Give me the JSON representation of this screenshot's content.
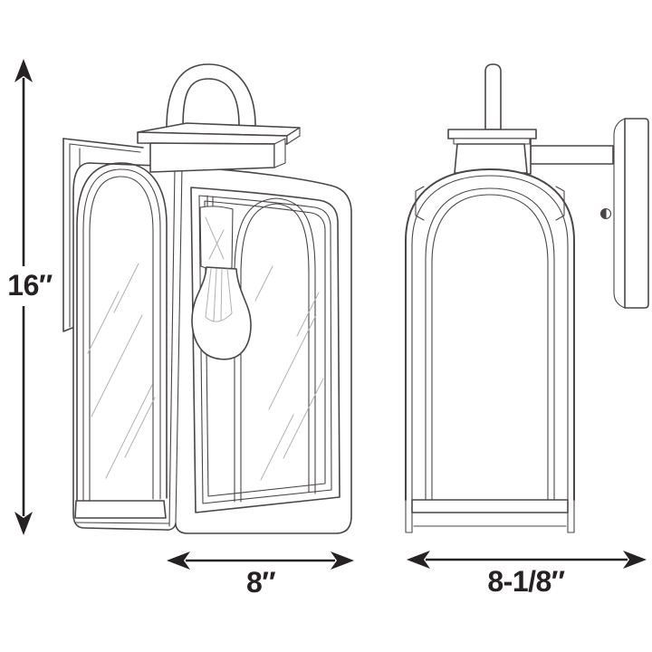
{
  "title": "Wall lantern dimension diagram",
  "colors": {
    "background": "#ffffff",
    "line": "#4a4547",
    "glass_line": "#b3b0b0",
    "annotation": "#262122"
  },
  "dimensions": {
    "height": {
      "label": "16″",
      "orientation": "vertical"
    },
    "front_width": {
      "label": "8″",
      "orientation": "horizontal"
    },
    "side_width": {
      "label": "8-1/8″",
      "orientation": "horizontal"
    }
  },
  "views": {
    "front": {
      "name": "front-three-quarter-view"
    },
    "side": {
      "name": "side-profile-view"
    }
  }
}
